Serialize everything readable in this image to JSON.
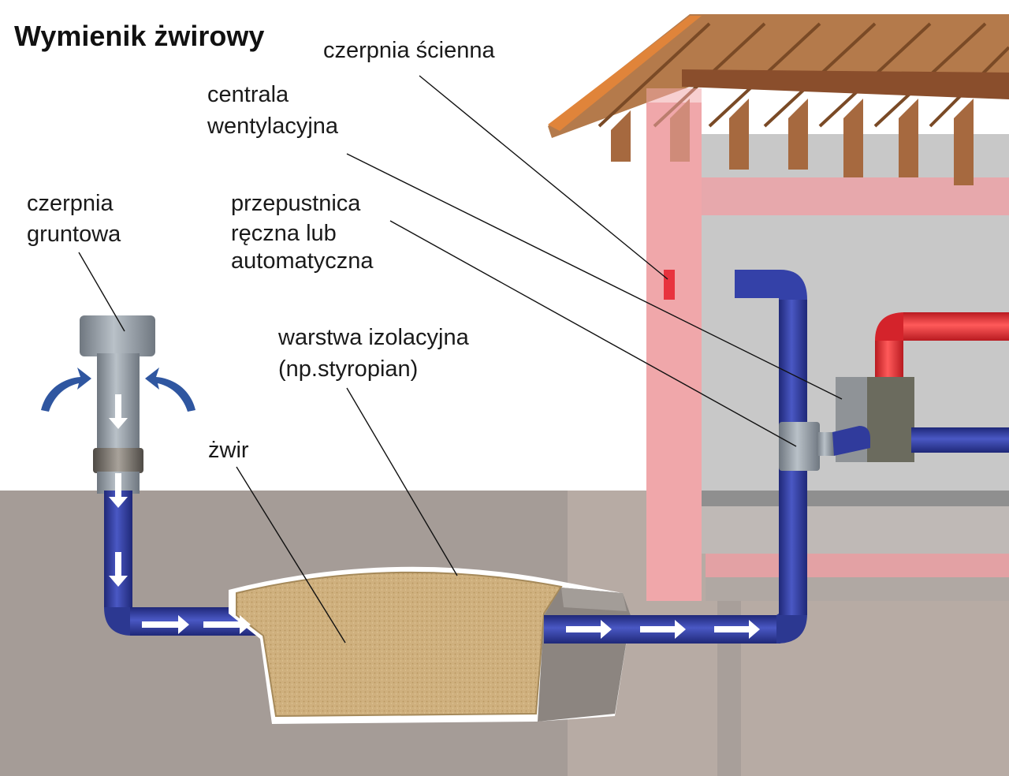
{
  "title": "Wymienik żwirowy",
  "labels": {
    "czerpnia_scienna": "czerpnia ścienna",
    "centrala_line1": "centrala",
    "centrala_line2": "wentylacyjna",
    "czerpnia_gruntowa_line1": "czerpnia",
    "czerpnia_gruntowa_line2": "gruntowa",
    "przepustnica_line1": "przepustnica",
    "przepustnica_line2": "ręczna  lub",
    "przepustnica_line3": "automatyczna",
    "warstwa_line1": "warstwa izolacyjna",
    "warstwa_line2": "(np.styropian)",
    "zwir": "żwir"
  },
  "colors": {
    "pipe_blue": "#2e3a9a",
    "pipe_red": "#e0262d",
    "ground": "#a59c97",
    "wall_pink": "#f0a7aa",
    "gravel": "#cfb07e",
    "roof": "#a0673d",
    "arrow_blue": "#2f56a0"
  },
  "icons": [
    "air-intake-arrow-icon",
    "airflow-arrow-icon"
  ]
}
